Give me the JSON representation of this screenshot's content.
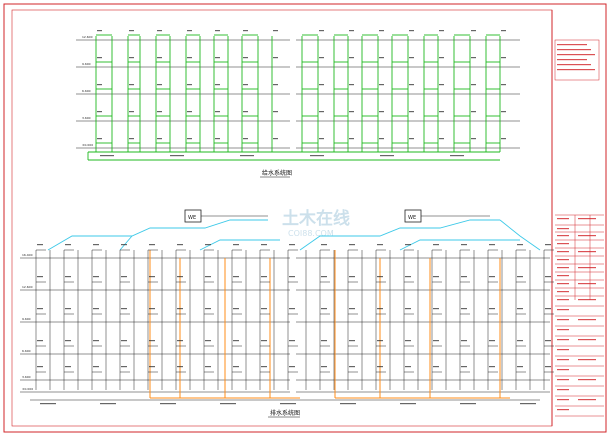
{
  "sheet": {
    "upper_caption": "给水系统图",
    "lower_caption": "排水系统图",
    "watermark_cn": "土木在线",
    "watermark_en": "COI88.COM",
    "tank_label": "WE"
  },
  "upper_levels": [
    "12.600",
    "9.600",
    "6.600",
    "3.600",
    "±0.000"
  ],
  "lower_levels": [
    "16.400",
    "12.600",
    "9.600",
    "6.600",
    "3.600",
    "±0.000"
  ],
  "colors": {
    "frame": "#d2262a",
    "water_supply": "#1fb81f",
    "drain_vertical": "#ff8c1a",
    "vent": "#3ec9e8",
    "floor_line": "#222222",
    "title_block": "#d2262a"
  }
}
